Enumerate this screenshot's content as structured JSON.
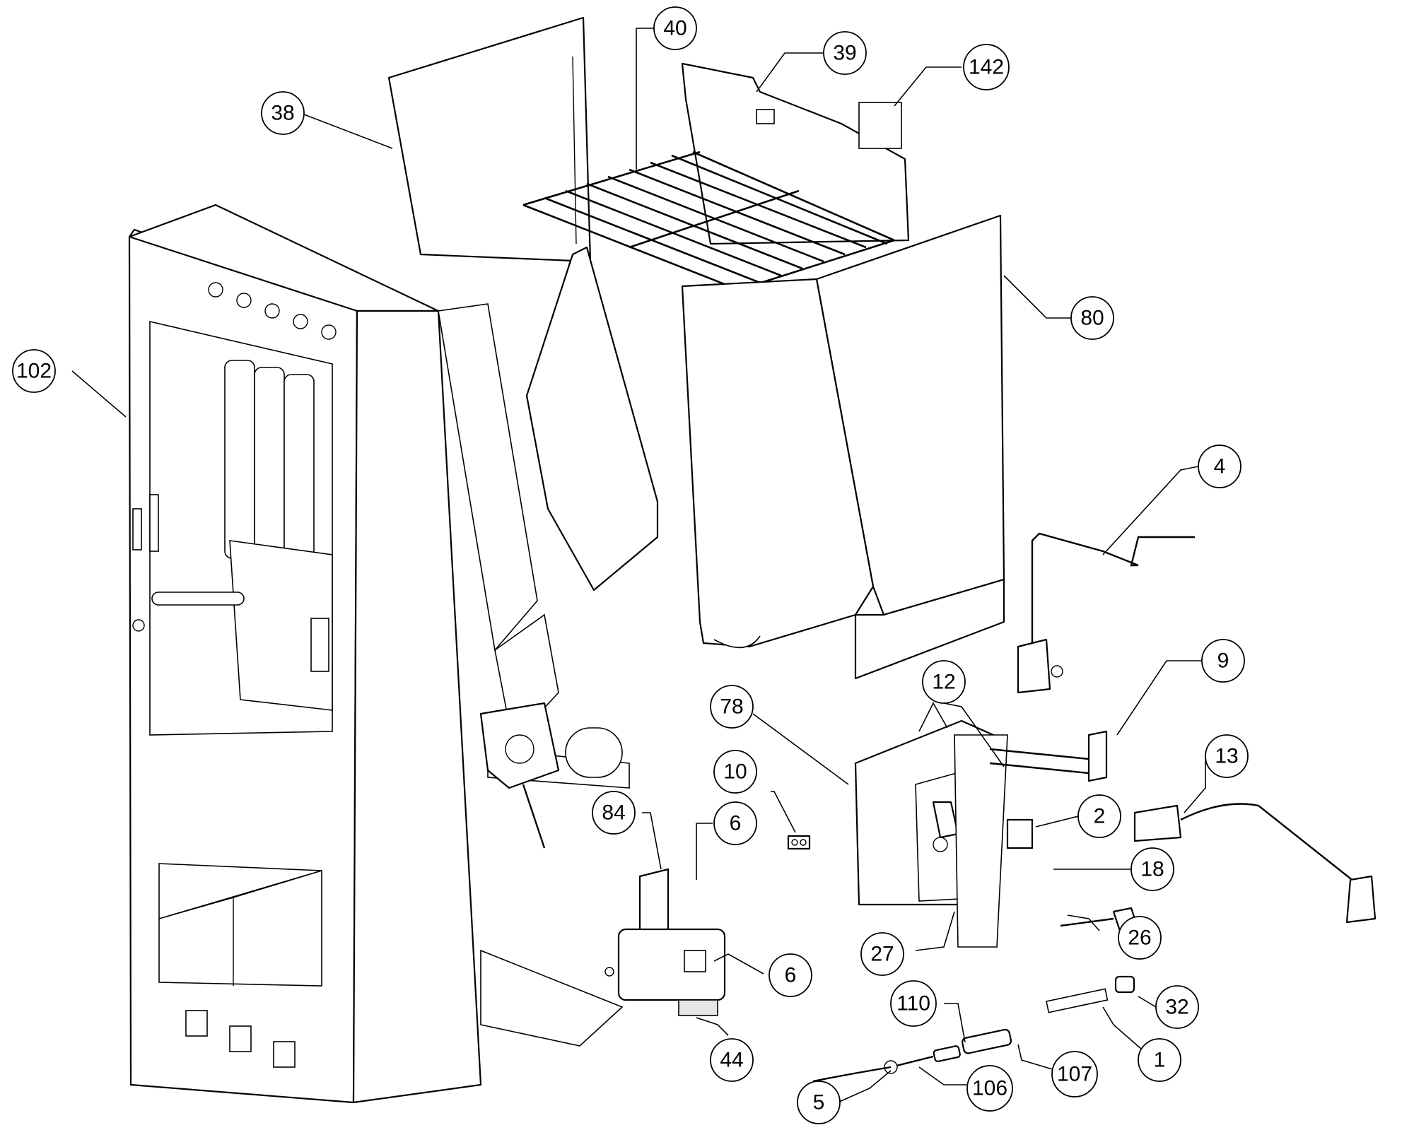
{
  "callouts": [
    {
      "id": "c102",
      "label": "102"
    },
    {
      "id": "c38",
      "label": "38"
    },
    {
      "id": "c40",
      "label": "40"
    },
    {
      "id": "c39",
      "label": "39"
    },
    {
      "id": "c142",
      "label": "142"
    },
    {
      "id": "c80",
      "label": "80"
    },
    {
      "id": "c4",
      "label": "4"
    },
    {
      "id": "c9",
      "label": "9"
    },
    {
      "id": "c12",
      "label": "12"
    },
    {
      "id": "c78",
      "label": "78"
    },
    {
      "id": "c10",
      "label": "10"
    },
    {
      "id": "c84",
      "label": "84"
    },
    {
      "id": "c6a",
      "label": "6"
    },
    {
      "id": "c13",
      "label": "13"
    },
    {
      "id": "c2",
      "label": "2"
    },
    {
      "id": "c18",
      "label": "18"
    },
    {
      "id": "c26",
      "label": "26"
    },
    {
      "id": "c27",
      "label": "27"
    },
    {
      "id": "c6b",
      "label": "6"
    },
    {
      "id": "c44",
      "label": "44"
    },
    {
      "id": "c110",
      "label": "110"
    },
    {
      "id": "c32",
      "label": "32"
    },
    {
      "id": "c1",
      "label": "1"
    },
    {
      "id": "c107",
      "label": "107"
    },
    {
      "id": "c106",
      "label": "106"
    },
    {
      "id": "c5",
      "label": "5"
    }
  ]
}
